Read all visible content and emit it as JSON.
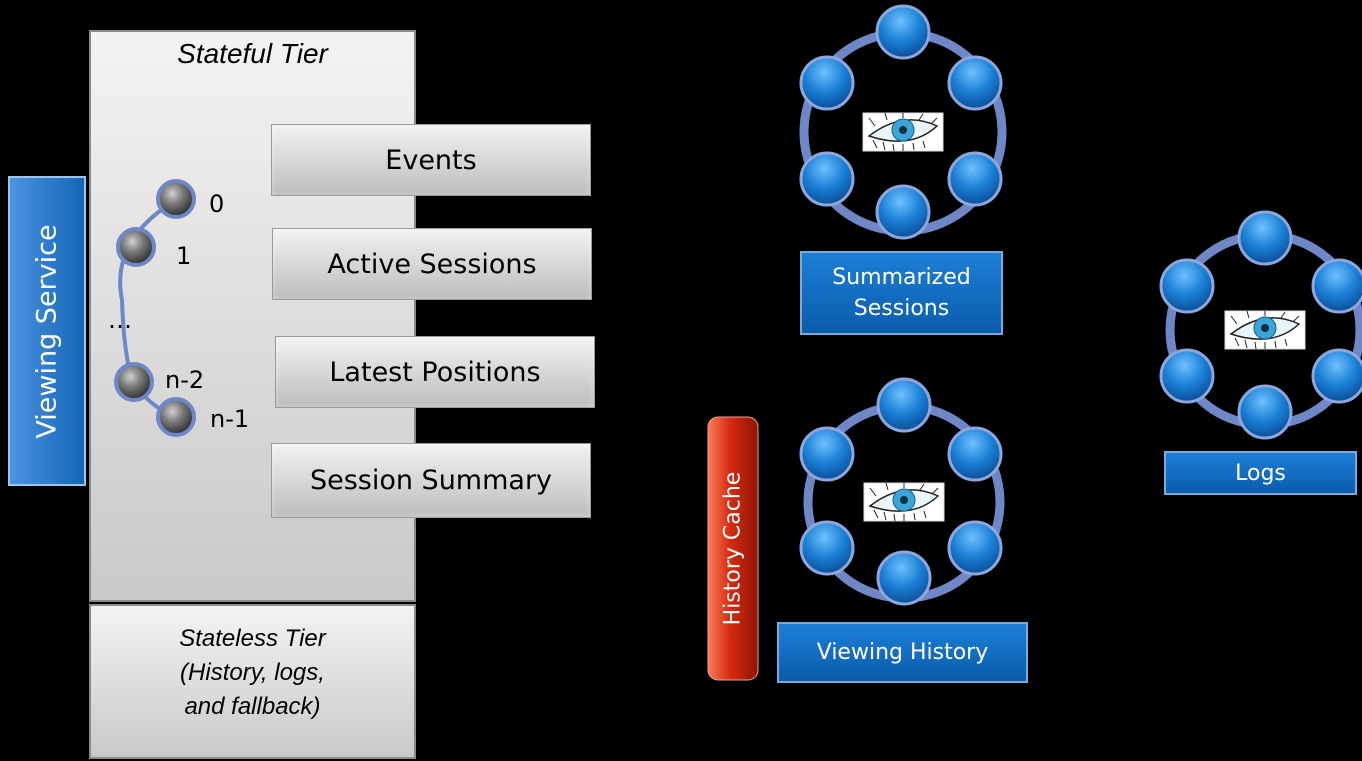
{
  "viewing_service": {
    "label": "Viewing Service"
  },
  "stateful_tier": {
    "title": "Stateful Tier",
    "stores": [
      {
        "label": "Events"
      },
      {
        "label": "Active Sessions"
      },
      {
        "label": "Latest Positions"
      },
      {
        "label": "Session Summary"
      }
    ],
    "nodes": [
      {
        "label": "0"
      },
      {
        "label": "1"
      },
      {
        "label": "n-2"
      },
      {
        "label": "n-1"
      }
    ],
    "ellipsis": "…"
  },
  "stateless_tier": {
    "line1": "Stateless Tier",
    "line2": "(History, logs,",
    "line3": "and fallback)"
  },
  "history_cache": {
    "label": "History Cache"
  },
  "clusters": {
    "summarized_sessions": {
      "line1": "Summarized",
      "line2": "Sessions"
    },
    "viewing_history": {
      "label": "Viewing History"
    },
    "logs": {
      "label": "Logs"
    }
  },
  "colors": {
    "node_blue": "#1a7fd4",
    "label_blue": "#0b5cab",
    "cache_red": "#d42a10",
    "ring": "#6f86c7"
  },
  "icons": {
    "cluster_center": "eye-icon"
  }
}
